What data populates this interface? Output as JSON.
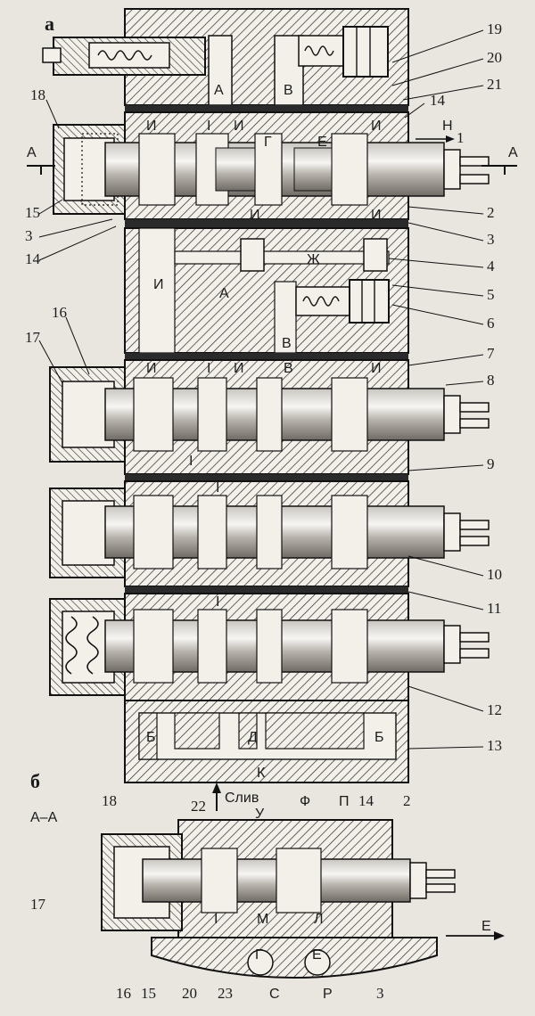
{
  "section_labels": {
    "a": "а",
    "b": "б"
  },
  "section_cut": {
    "title": "А–А",
    "marker": "А"
  },
  "top_ports": {
    "A": "А",
    "B": "В"
  },
  "upper_cells": {
    "I_left": "И",
    "I": "I",
    "I_mid": "И",
    "G": "Г",
    "E": "Е",
    "I_right": "И",
    "I_low1": "И",
    "I_low2": "И"
  },
  "arrow_H": "Н",
  "mid_labels": {
    "Zh": "Ж",
    "A": "А",
    "I_channel": "И",
    "B": "В"
  },
  "block2_labels": {
    "I1": "И",
    "I2": "I",
    "I3": "И",
    "B": "В",
    "I4": "И",
    "I5": "I",
    "I6": "I"
  },
  "block4_labels": {
    "I": "I"
  },
  "bottom_labels": {
    "B_left": "Б",
    "D": "Д",
    "B_right": "Б",
    "K": "К"
  },
  "drain_label": "Слив",
  "sectionB_labels": {
    "U": "У",
    "F": "Ф",
    "P": "П",
    "I": "I",
    "M": "М",
    "L": "Л",
    "G": "Г",
    "E": "Е",
    "S": "С",
    "R": "Р",
    "E_arrow": "Е"
  },
  "numbers": {
    "n19": "19",
    "n20": "20",
    "n21": "21",
    "n14": "14",
    "n18": "18",
    "n1": "1",
    "n2": "2",
    "n3": "3",
    "n4": "4",
    "n5": "5",
    "n6": "6",
    "n7": "7",
    "n8": "8",
    "n9": "9",
    "n10": "10",
    "n11": "11",
    "n12": "12",
    "n13": "13",
    "n15": "15",
    "n3b": "3",
    "n14b": "14",
    "n16": "16",
    "n17": "17",
    "b18": "18",
    "b22": "22",
    "b14": "14",
    "b2": "2",
    "b17": "17",
    "b16": "16",
    "b15": "15",
    "b20": "20",
    "b23": "23",
    "bS": "С",
    "bR": "Р",
    "b3": "3"
  }
}
